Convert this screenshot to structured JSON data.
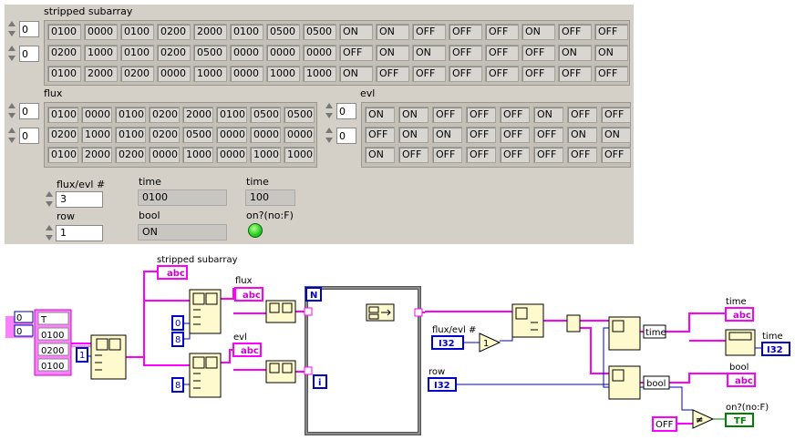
{
  "front_panel": {
    "stripped_subarray": {
      "label": "stripped subarray",
      "index_row": "0",
      "index_col": "0",
      "rows": [
        [
          "0100",
          "0000",
          "0100",
          "0200",
          "2000",
          "0100",
          "0500",
          "0500",
          "ON",
          "ON",
          "OFF",
          "OFF",
          "OFF",
          "ON",
          "OFF",
          "OFF"
        ],
        [
          "0200",
          "1000",
          "0100",
          "0200",
          "0500",
          "0000",
          "0000",
          "0000",
          "OFF",
          "ON",
          "ON",
          "OFF",
          "OFF",
          "OFF",
          "ON",
          "ON"
        ],
        [
          "0100",
          "2000",
          "0200",
          "0000",
          "1000",
          "0000",
          "1000",
          "1000",
          "ON",
          "OFF",
          "OFF",
          "OFF",
          "OFF",
          "OFF",
          "OFF",
          "OFF"
        ]
      ]
    },
    "flux": {
      "label": "flux",
      "index_row": "0",
      "index_col": "0",
      "rows": [
        [
          "0100",
          "0000",
          "0100",
          "0200",
          "2000",
          "0100",
          "0500",
          "0500"
        ],
        [
          "0200",
          "1000",
          "0100",
          "0200",
          "0500",
          "0000",
          "0000",
          "0000"
        ],
        [
          "0100",
          "2000",
          "0200",
          "0000",
          "1000",
          "0000",
          "1000",
          "1000"
        ]
      ]
    },
    "evl": {
      "label": "evl",
      "index_row": "0",
      "index_col": "0",
      "rows": [
        [
          "ON",
          "ON",
          "OFF",
          "OFF",
          "OFF",
          "ON",
          "OFF",
          "OFF"
        ],
        [
          "OFF",
          "ON",
          "ON",
          "OFF",
          "OFF",
          "OFF",
          "ON",
          "ON"
        ],
        [
          "ON",
          "OFF",
          "OFF",
          "OFF",
          "OFF",
          "OFF",
          "OFF",
          "OFF"
        ]
      ]
    },
    "flux_evl_num": {
      "label": "flux/evl #",
      "value": "3"
    },
    "row": {
      "label": "row",
      "value": "1"
    },
    "time_string": {
      "label": "time",
      "value": "0100"
    },
    "time_number": {
      "label": "time",
      "value": "100"
    },
    "bool": {
      "label": "bool",
      "value": "ON"
    },
    "on_led": {
      "label": "on?(no:F)",
      "state": true,
      "color": "#2bd12b"
    }
  },
  "block_diagram": {
    "array_constant": {
      "index_row": "0",
      "index_col": "0",
      "values": [
        "T",
        "0100",
        "0200",
        "0100"
      ]
    },
    "const_1": "1",
    "const_0": "0",
    "const_8a": "8",
    "const_8b": "8",
    "const_one": "1",
    "const_off": "OFF",
    "loop_N": "N",
    "loop_i": "i",
    "labels": {
      "stripped_subarray": "stripped subarray",
      "flux": "flux",
      "evl": "evl",
      "flux_evl_num": "flux/evl #",
      "row": "row",
      "time_str": "time",
      "time_num": "time",
      "bool": "bool",
      "on": "on?(no:F)"
    },
    "terminals": {
      "abc": "abc",
      "i32": "I32",
      "tf": "TF",
      "time_tag": "time",
      "bool_tag": "bool"
    },
    "colors": {
      "string_wire": "#ff00ff",
      "number_wire": "#0000cc",
      "bool_wire": "#008000"
    }
  }
}
